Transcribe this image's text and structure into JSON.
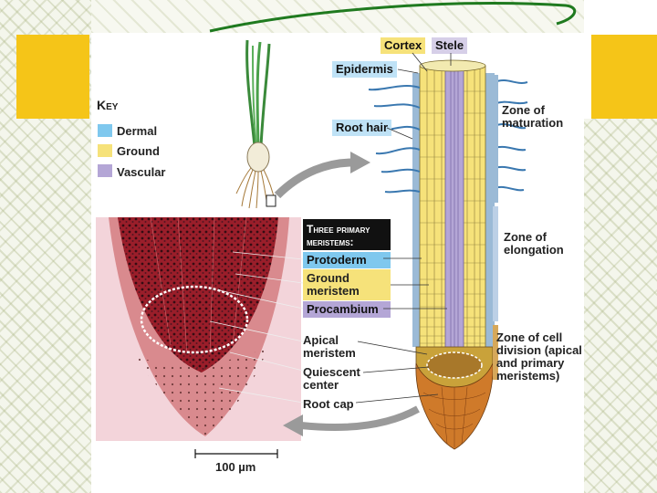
{
  "key": {
    "title": "Key",
    "items": [
      {
        "label": "Dermal",
        "color": "#7fc8ee"
      },
      {
        "label": "Ground",
        "color": "#f6e27a"
      },
      {
        "label": "Vascular",
        "color": "#b4a6d6"
      }
    ]
  },
  "top_labels": {
    "cortex": "Cortex",
    "stele": "Stele",
    "epidermis": "Epidermis",
    "root_hair": "Root hair"
  },
  "zones": {
    "maturation": [
      "Zone of",
      "maturation"
    ],
    "elongation": [
      "Zone of",
      "elongation"
    ],
    "division": [
      "Zone of cell",
      "division (apical",
      "and primary",
      "meristems)"
    ]
  },
  "meristems": {
    "heading": [
      "Three primary",
      "meristems:"
    ],
    "protoderm": "Protoderm",
    "ground": [
      "Ground",
      "meristem"
    ],
    "procambium": "Procambium"
  },
  "micrograph_labels": {
    "apical": [
      "Apical",
      "meristem"
    ],
    "quiescent": [
      "Quiescent",
      "center"
    ],
    "root_cap": "Root cap"
  },
  "scale_bar": "100 µm",
  "colors": {
    "dermal": "#7fc8ee",
    "ground": "#f6e27a",
    "vascular": "#b4a6d6",
    "accent_yellow": "#f5c518",
    "header_black": "#111111",
    "arc_green": "#1f7a1f"
  }
}
